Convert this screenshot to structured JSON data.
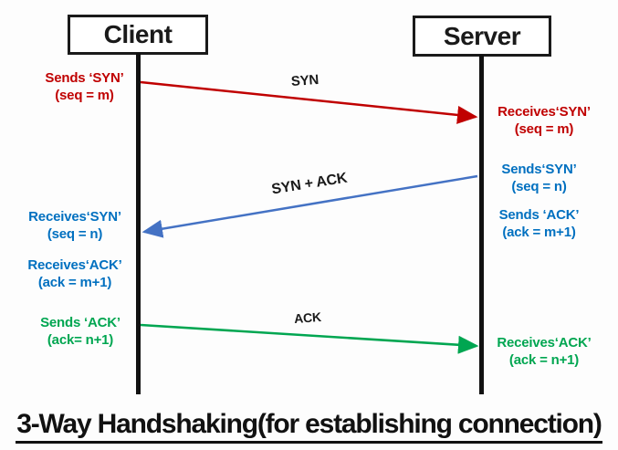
{
  "diagram": {
    "title": "3-Way Handshaking(for establishing connection)",
    "actors": [
      {
        "label": "Client"
      },
      {
        "label": "Server"
      }
    ],
    "colors": {
      "red": "#C00000",
      "blue_text": "#0070C0",
      "blue_arrow": "#4472C4",
      "green": "#00A651",
      "lifeline": "#111111"
    },
    "messages": [
      {
        "label": "SYN",
        "from": "Client",
        "to": "Server"
      },
      {
        "label": "SYN + ACK",
        "from": "Server",
        "to": "Client"
      },
      {
        "label": "ACK",
        "from": "Client",
        "to": "Server"
      }
    ],
    "client_annotations": [
      {
        "line1": "Sends ‘SYN’",
        "line2": "(seq = m)"
      },
      {
        "line1": "Receives‘SYN’",
        "line2": "(seq = n)"
      },
      {
        "line1": "Receives‘ACK’",
        "line2": "(ack = m+1)"
      },
      {
        "line1": "Sends ‘ACK’",
        "line2": "(ack= n+1)"
      }
    ],
    "server_annotations": [
      {
        "line1": "Receives‘SYN’",
        "line2": "(seq = m)"
      },
      {
        "line1": "Sends‘SYN’",
        "line2": "(seq = n)"
      },
      {
        "line1": "Sends ‘ACK’",
        "line2": "(ack = m+1)"
      },
      {
        "line1": "Receives‘ACK’",
        "line2": "(ack = n+1)"
      }
    ]
  }
}
